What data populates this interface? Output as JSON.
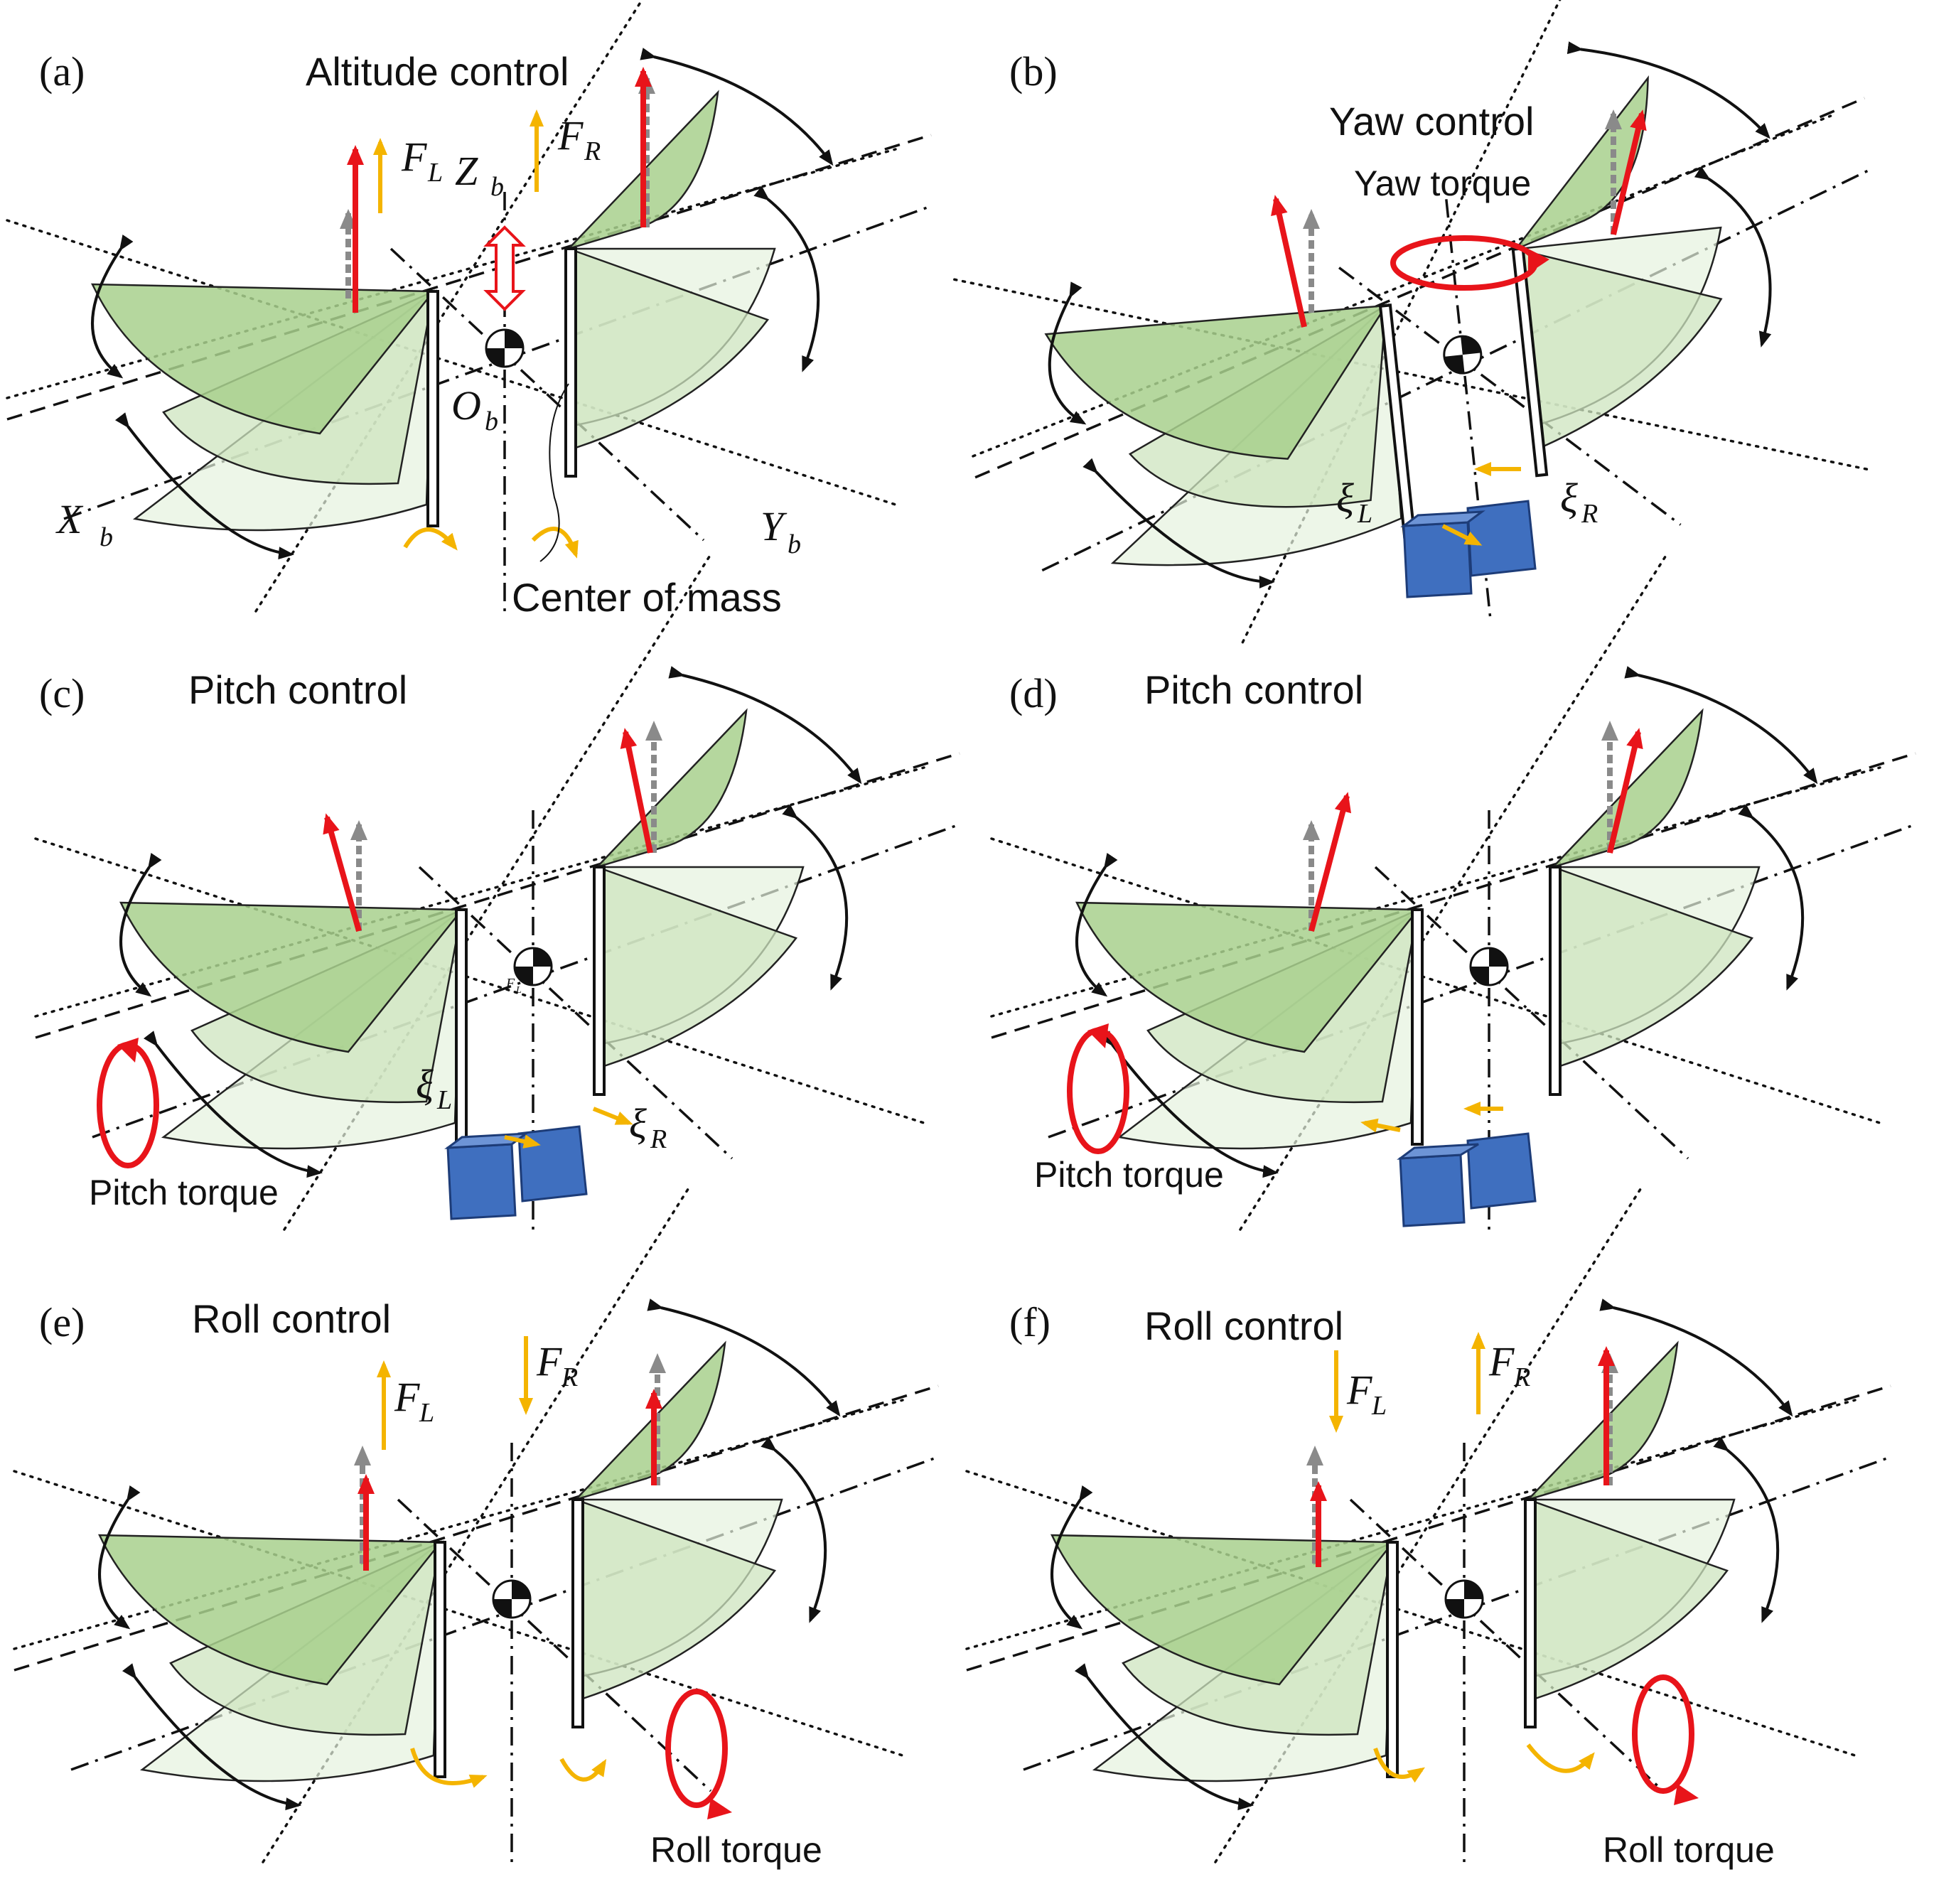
{
  "panels": [
    {
      "letter": "(a)",
      "title": "Altitude control",
      "labels": {
        "force_left": "F",
        "force_left_sub": "L",
        "force_right": "F",
        "force_right_sub": "R",
        "z_axis": "Z",
        "z_axis_sub": "b",
        "x_axis": "X",
        "x_axis_sub": "b",
        "y_axis": "Y",
        "y_axis_sub": "b",
        "origin": "O",
        "origin_sub": "b",
        "center_of_mass": "Center of mass"
      }
    },
    {
      "letter": "(b)",
      "title": "Yaw control",
      "labels": {
        "torque": "Yaw torque",
        "xi_left": "ξ",
        "xi_left_sub": "L",
        "xi_right": "ξ",
        "xi_right_sub": "R"
      }
    },
    {
      "letter": "(c)",
      "title": "Pitch control",
      "labels": {
        "torque": "Pitch torque",
        "xi_left": "ξ",
        "xi_left_sub": "L",
        "xi_right": "ξ",
        "xi_right_sub": "R",
        "small_force": "F",
        "small_force_sub": "L"
      }
    },
    {
      "letter": "(d)",
      "title": "Pitch control",
      "labels": {
        "torque": "Pitch torque"
      }
    },
    {
      "letter": "(e)",
      "title": "Roll control",
      "labels": {
        "force_left": "F",
        "force_left_sub": "L",
        "force_right": "F",
        "force_right_sub": "R",
        "torque": "Roll torque"
      }
    },
    {
      "letter": "(f)",
      "title": "Roll control",
      "labels": {
        "force_left": "F",
        "force_left_sub": "L",
        "force_right": "F",
        "force_right_sub": "R",
        "torque": "Roll torque"
      }
    }
  ],
  "colors": {
    "wing_dark": "#a8d08d",
    "wing_mid": "#cde4bf",
    "wing_light": "#e6f2de",
    "thrust_red": "#e8141a",
    "reference_gray": "#8a8a8a",
    "force_orange": "#f4b400",
    "mass_blue": "#3f6fbf"
  }
}
